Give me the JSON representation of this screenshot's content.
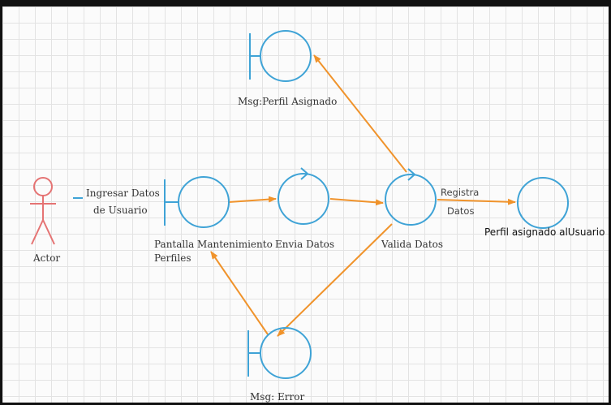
{
  "colors": {
    "element": "#3fa3d6",
    "actor": "#e57373",
    "flow": "#f0932b",
    "text": "#333333"
  },
  "diagram": {
    "actor": {
      "label": "Actor"
    },
    "actor_message": {
      "line1": "Ingresar Datos",
      "line2": "de Usuario"
    },
    "boundary_main": {
      "line1": "Pantalla Mantenimiento",
      "line2": "Perfiles"
    },
    "control_envia": {
      "label": "Envia Datos"
    },
    "control_valida": {
      "label": "Valida Datos"
    },
    "entity_perfil": {
      "label": "Perfil asignado alUsuario"
    },
    "boundary_msg_perfil": {
      "label": "Msg:Perfil Asignado"
    },
    "boundary_msg_error": {
      "label": "Msg: Error"
    },
    "flow_registra": {
      "line1": "Registra",
      "line2": "Datos"
    }
  }
}
